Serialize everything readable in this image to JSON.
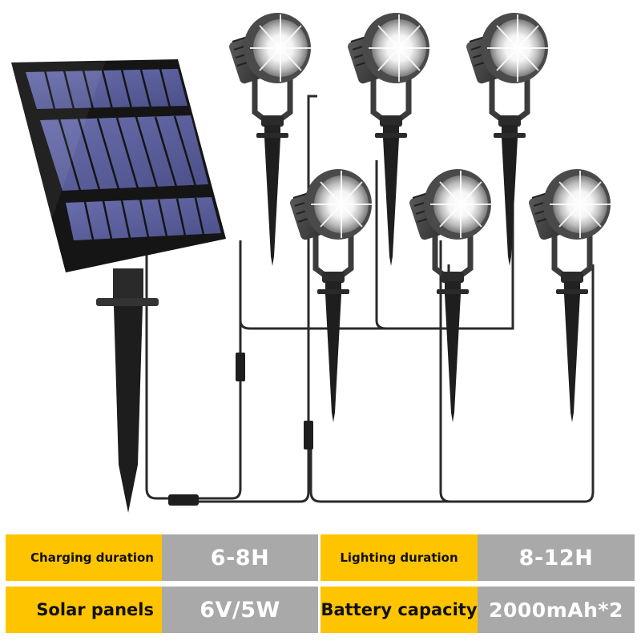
{
  "product": {
    "description": "Solar spotlight kit: one solar panel on ground stake wired to six LED spotlights on ground stakes",
    "solar_panel_count": 1,
    "spotlight_count": 6,
    "colors": {
      "panel_cell": "#5A5F9A",
      "panel_frame": "#1A1A1A",
      "fixture": "#3A3A3A",
      "stake": "#1E1E1E",
      "cable": "#2A2A2A",
      "light_glow": "#FFFFFF"
    }
  },
  "specs": {
    "label_color": "#FFC400",
    "value_color": "#A9A9A9",
    "rows": [
      [
        {
          "label": "Charging duration",
          "value": "6-8H"
        },
        {
          "label": "Lighting duration",
          "value": "8-12H"
        }
      ],
      [
        {
          "label": "Solar panels",
          "value": "6V/5W"
        },
        {
          "label": "Battery capacity",
          "value": "2000mAh*2"
        }
      ]
    ]
  }
}
